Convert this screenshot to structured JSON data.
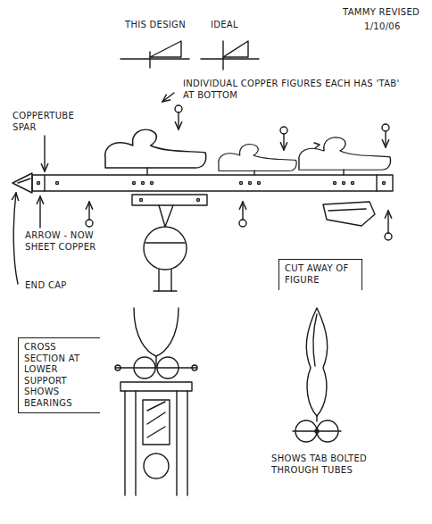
{
  "diagram": {
    "nodes": [
      {
        "text": [
          "CUT AWAY OF FIGURE"
        ]
      },
      {
        "text": [
          "CROSS SECTION AT LOWER SUPPORT SHOWS BEARINGS"
        ]
      }
    ],
    "labels": [
      "TAMMY REVISED",
      "1/10/06",
      "THIS DESIGN",
      "IDEAL",
      "INDIVIDUAL COPPER FIGURES EACH HAS 'TAB' AT BOTTOM",
      "COPPERTUBE SPAR",
      "ARROW - NOW SHEET COPPER",
      "END CAP",
      "SHOWS TAB BOLTED THROUGH TUBES"
    ]
  }
}
